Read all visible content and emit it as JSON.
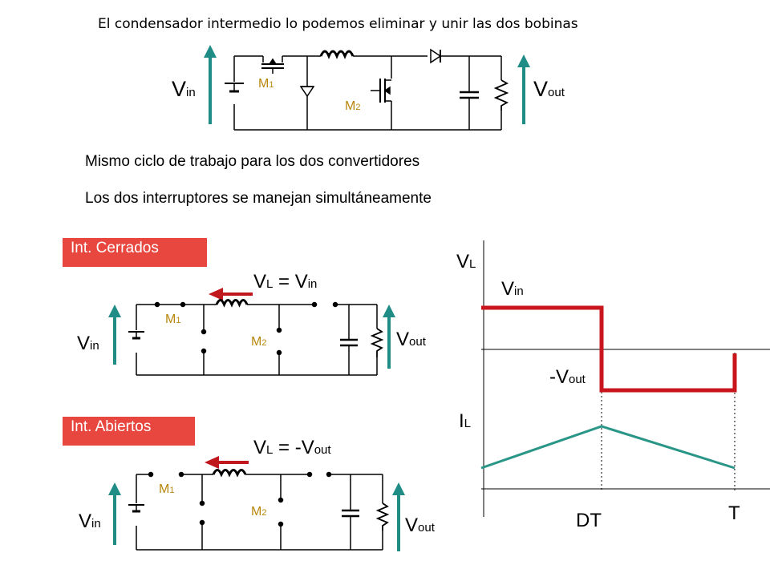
{
  "title": "El condensador intermedio lo podemos eliminar y unir las dos bobinas",
  "notes": {
    "line1": "Mismo ciclo de trabajo para los dos convertidores",
    "line2": "Los dos interruptores se manejan simultáneamente"
  },
  "labels": {
    "v": "V",
    "in": "in",
    "out": "out",
    "m": "M",
    "one": "1",
    "two": "2",
    "l_sub": "L",
    "eq": " = V",
    "eq_neg": " = -V",
    "neg_v": "-V",
    "i": "I",
    "dt": "DT",
    "t": "T"
  },
  "states": {
    "closed": "Int. Cerrados",
    "open": "Int. Abiertos"
  },
  "colors": {
    "arrow_teal": "#1f8c86",
    "arrow_red": "#c0171d",
    "wave_red": "#c8161c",
    "wave_teal": "#2a9688",
    "tag_bg": "#e8473f",
    "switch_label": "#b8860b"
  },
  "chart_data": {
    "type": "line",
    "duty_marker": "DT",
    "period_marker": "T",
    "series": [
      {
        "name": "V_L",
        "levels": [
          "V_in",
          "-V_out"
        ],
        "switch_at": "DT",
        "ends_at": "T"
      },
      {
        "name": "I_L",
        "shape": "triangle",
        "peak_at": "DT"
      }
    ]
  }
}
